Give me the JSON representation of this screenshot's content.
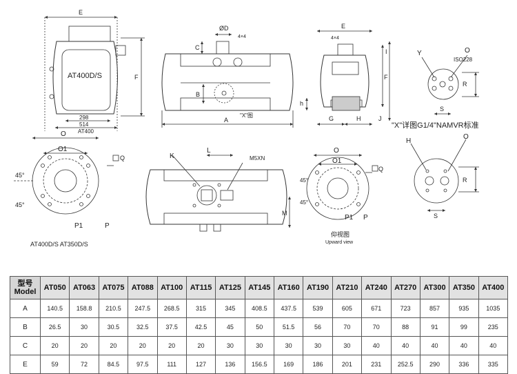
{
  "figure_labels": {
    "front": {
      "E": "E",
      "model": "AT400D/S",
      "F": "F",
      "dim_298": "298",
      "dim_514": "514",
      "sub": "AT400"
    },
    "side": {
      "diaD": "ØD",
      "fourx4": "4×4",
      "C": "C",
      "B": "B",
      "A": "A",
      "x_view": "\"X\"图"
    },
    "end": {
      "E": "E",
      "fourx4": "4×4",
      "I": "I",
      "F": "F",
      "h": "h",
      "G": "G",
      "H": "H",
      "J": "J"
    },
    "detail_top": {
      "Y": "Y",
      "O": "O",
      "iso": "ISO228",
      "R": "R",
      "S": "S"
    },
    "x_note": "\"X\"详图G1/4\"NAMVR标准",
    "flange_left": {
      "O": "O",
      "O1": "O1",
      "Q": "Q",
      "deg1": "45°",
      "deg2": "45°",
      "P1": "P1",
      "P": "P",
      "caption": "AT400D/S AT350D/S"
    },
    "top_view": {
      "L": "L",
      "K": "K",
      "M5XN": "M5XN",
      "M": "M"
    },
    "flange_mid": {
      "O": "O",
      "O1": "O1",
      "Q": "Q",
      "deg1": "45°",
      "deg2": "45°",
      "P1": "P1",
      "P": "P",
      "caption_cn": "仰视图",
      "caption_en": "Upward view"
    },
    "detail_bottom": {
      "H": "H",
      "O": "O",
      "R": "R",
      "S": "S"
    }
  },
  "table": {
    "header_cn": "型号",
    "header_en": "Model",
    "models": [
      "AT050",
      "AT063",
      "AT075",
      "AT088",
      "AT100",
      "AT115",
      "AT125",
      "AT145",
      "AT160",
      "AT190",
      "AT210",
      "AT240",
      "AT270",
      "AT300",
      "AT350",
      "AT400"
    ],
    "rows": [
      {
        "label": "A",
        "values": [
          "140.5",
          "158.8",
          "210.5",
          "247.5",
          "268.5",
          "315",
          "345",
          "408.5",
          "437.5",
          "539",
          "605",
          "671",
          "723",
          "857",
          "935",
          "1035"
        ]
      },
      {
        "label": "B",
        "values": [
          "26.5",
          "30",
          "30.5",
          "32.5",
          "37.5",
          "42.5",
          "45",
          "50",
          "51.5",
          "56",
          "70",
          "70",
          "88",
          "91",
          "99",
          "235"
        ]
      },
      {
        "label": "C",
        "values": [
          "20",
          "20",
          "20",
          "20",
          "20",
          "20",
          "30",
          "30",
          "30",
          "30",
          "30",
          "40",
          "40",
          "40",
          "40",
          "40"
        ]
      },
      {
        "label": "E",
        "values": [
          "59",
          "72",
          "84.5",
          "97.5",
          "111",
          "127",
          "136",
          "156.5",
          "169",
          "186",
          "201",
          "231",
          "252.5",
          "290",
          "336",
          "335"
        ]
      }
    ]
  },
  "colors": {
    "line": "#333333",
    "body_fill": "#ffffff",
    "header_bg": "#e2e2e2"
  }
}
